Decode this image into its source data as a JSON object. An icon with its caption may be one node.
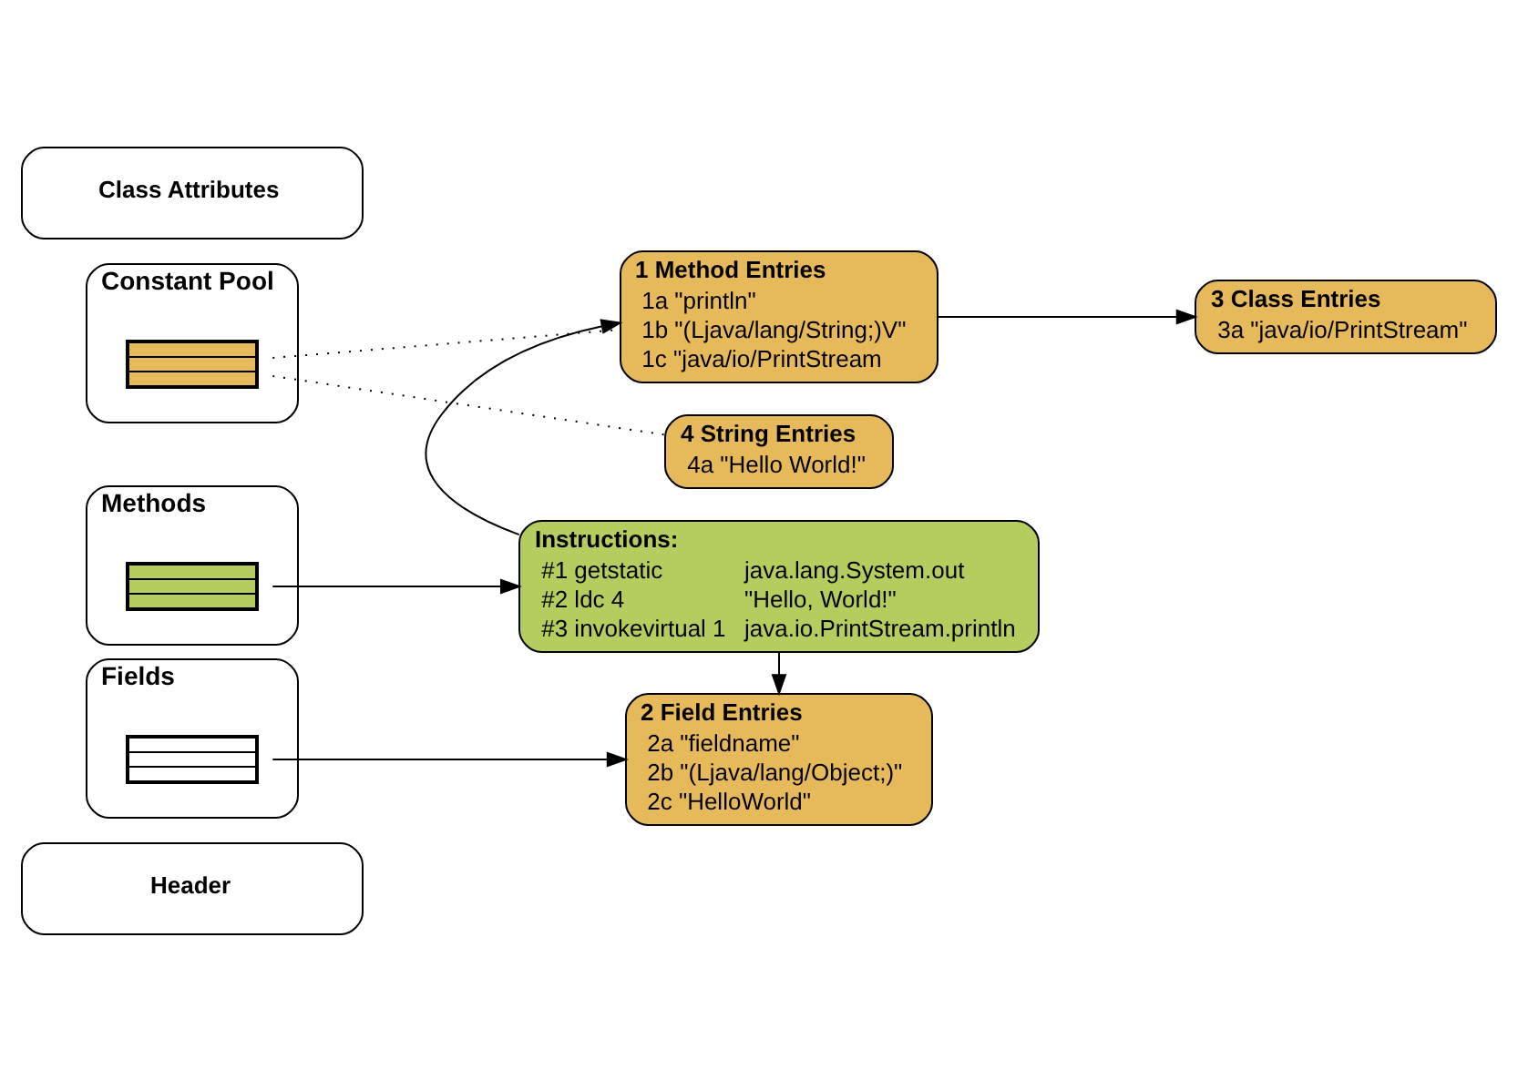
{
  "diagram": {
    "nodes": [
      {
        "text": [
          "Header"
        ]
      },
      {
        "text": [
          "Constant Pool"
        ]
      },
      {
        "text": [],
        "shape": "box",
        "in": 1
      },
      {
        "text": [
          "Fields"
        ]
      },
      {
        "text": [],
        "shape": "box",
        "in": 3
      },
      {
        "text": [
          "Methods"
        ]
      },
      {
        "text": [],
        "shape": "box",
        "in": 5
      },
      {
        "text": [
          "Class Attributes"
        ]
      },
      {
        "text": [
          "1 Method Entries",
          "1a \"println\"",
          "1b \"(Ljava/lang/String;)V\"",
          "1c \"java/io/PrintStream"
        ]
      },
      {
        "text": [
          "2 Field Entries",
          "2a \"fieldname\"",
          "2b \"(Ljava/lang/Object;)\"",
          "2c \"HelloWorld\""
        ]
      },
      {
        "text": [
          "3 Class Entries",
          "3a \"java/io/PrintStream\""
        ]
      },
      {
        "text": [
          "4 String Entries",
          "4a \"Hello World!\""
        ]
      },
      {
        "text": [
          "Instructions:",
          "#1 getstatic",
          "java.lang.System.out",
          "#2 ldc 4",
          "\"Hello, World!\"",
          "#3 invokevirtual 1",
          "java.io.PrintStream.println"
        ]
      }
    ],
    "edges": [
      {
        "from": 2,
        "to": 8,
        "arrow": "none",
        "style": "dashed"
      },
      {
        "from": 2,
        "to": 11,
        "arrow": "none",
        "style": "dashed"
      },
      {
        "from": 4,
        "to": 9,
        "arrow": "to"
      },
      {
        "from": 8,
        "to": 10,
        "arrow": "to"
      },
      {
        "from": 6,
        "to": 12,
        "arrow": "to"
      },
      {
        "from": 12,
        "to": 9,
        "arrow": "to"
      },
      {
        "from": 12,
        "to": 8,
        "arrow": "to"
      }
    ]
  }
}
